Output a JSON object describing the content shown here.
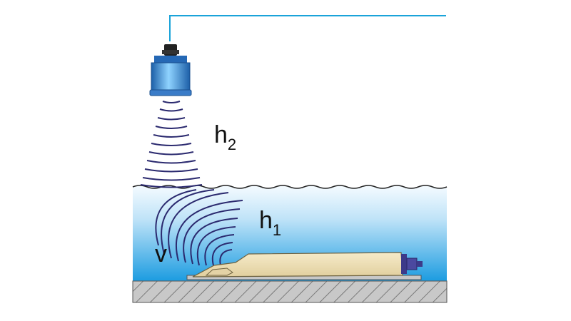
{
  "labels": {
    "h2": {
      "main": "h",
      "sub": "2"
    },
    "h1": {
      "main": "h",
      "sub": "1"
    },
    "v": "v"
  },
  "colors": {
    "cable": "#1aa3d9",
    "sensor_body": "#2f86d6",
    "sensor_cap": "#222222",
    "waves": "#2b2a6f",
    "water_top": "#eef7fd",
    "water_bottom": "#1a9be0",
    "probe_body": "#eedfb7",
    "floor": "#a9a9a9",
    "connector": "#3c3a8a"
  },
  "icons": {
    "top_sensor": "ultrasonic-level-sensor-icon",
    "bottom_sensor": "submersible-flow-sensor-icon"
  }
}
